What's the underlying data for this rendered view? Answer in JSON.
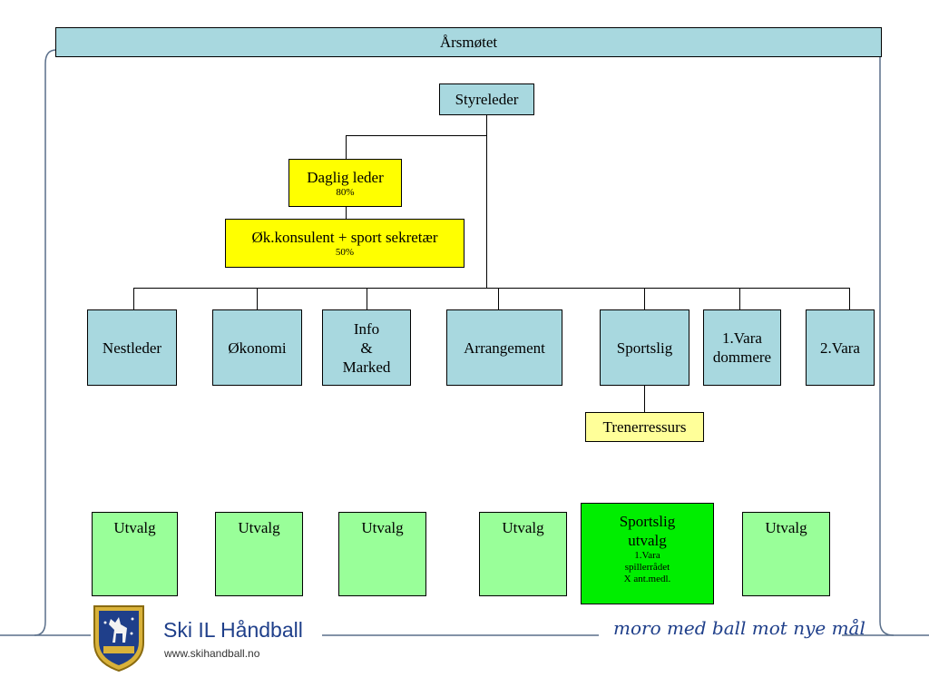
{
  "header": {
    "title": "Årsmøtet"
  },
  "top": {
    "chair": "Styreleder"
  },
  "staff": [
    {
      "label": "Daglig leder",
      "sub": "80%"
    },
    {
      "label": "Øk.konsulent + sport sekretær",
      "sub": "50%"
    }
  ],
  "board": [
    "Nestleder",
    "Økonomi",
    "Info\n&\nMarked",
    "Arrangement",
    "Sportslig",
    "1.Vara\ndommere",
    "2.Vara"
  ],
  "sport_sub": "Trenerressurs",
  "committees": [
    {
      "label": "Utvalg"
    },
    {
      "label": "Utvalg"
    },
    {
      "label": "Utvalg"
    },
    {
      "label": "Utvalg"
    },
    {
      "label": "Sportslig\nutvalg",
      "sub": "1.Vara\nspillerrådet\nX ant.medl."
    },
    {
      "label": "Utvalg"
    }
  ],
  "footer": {
    "brand": "Ski IL Håndball",
    "url": "www.skihandball.no",
    "slogan": "moro med ball mot nye mål",
    "logo_icon": "deer-crest-shield-icon"
  },
  "colors": {
    "blue_box": "#a8d8df",
    "staff_yellow": "#ffff00",
    "trainer_yellow": "#ffff99",
    "committee_green": "#99ff99",
    "sport_committee_green": "#00ee00",
    "brand_blue": "#1f3f8a"
  }
}
